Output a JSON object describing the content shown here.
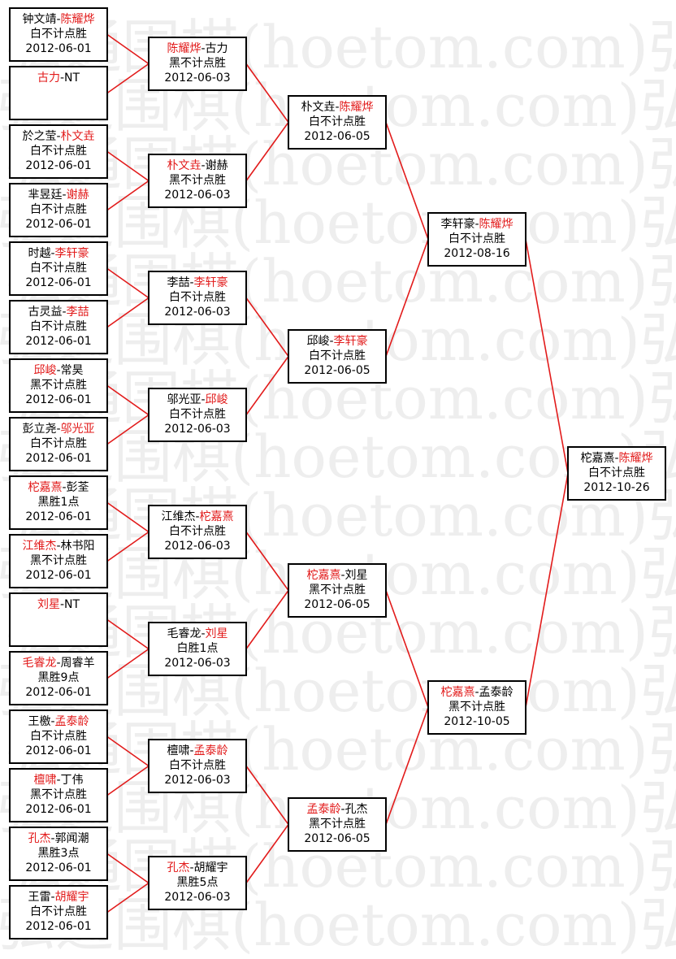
{
  "watermark_text": "弘通围棋(hoetom.com)弘通围棋",
  "colors": {
    "winner": "#e21b1b",
    "line": "#e21b1b",
    "border": "#000000"
  },
  "rounds": [
    {
      "matches": [
        {
          "p1": "钟文靖",
          "p2": "陈耀烨",
          "winner": 2,
          "result": "白不计点胜",
          "date": "2012-06-01"
        },
        {
          "p1": "古力",
          "p2": "NT",
          "winner": 1,
          "result": "",
          "date": ""
        },
        {
          "p1": "於之莹",
          "p2": "朴文垚",
          "winner": 2,
          "result": "白不计点胜",
          "date": "2012-06-01"
        },
        {
          "p1": "芈昱廷",
          "p2": "谢赫",
          "winner": 2,
          "result": "白不计点胜",
          "date": "2012-06-01"
        },
        {
          "p1": "时越",
          "p2": "李轩豪",
          "winner": 2,
          "result": "白不计点胜",
          "date": "2012-06-01"
        },
        {
          "p1": "古灵益",
          "p2": "李喆",
          "winner": 2,
          "result": "白不计点胜",
          "date": "2012-06-01"
        },
        {
          "p1": "邱峻",
          "p2": "常昊",
          "winner": 1,
          "result": "黑不计点胜",
          "date": "2012-06-01"
        },
        {
          "p1": "彭立尧",
          "p2": "邬光亚",
          "winner": 2,
          "result": "白不计点胜",
          "date": "2012-06-01"
        },
        {
          "p1": "柁嘉熹",
          "p2": "彭荃",
          "winner": 1,
          "result": "黑胜1点",
          "date": "2012-06-01"
        },
        {
          "p1": "江维杰",
          "p2": "林书阳",
          "winner": 1,
          "result": "黑不计点胜",
          "date": "2012-06-01"
        },
        {
          "p1": "刘星",
          "p2": "NT",
          "winner": 1,
          "result": "",
          "date": ""
        },
        {
          "p1": "毛睿龙",
          "p2": "周睿羊",
          "winner": 1,
          "result": "黑胜9点",
          "date": "2012-06-01"
        },
        {
          "p1": "王檄",
          "p2": "孟泰龄",
          "winner": 2,
          "result": "白不计点胜",
          "date": "2012-06-01"
        },
        {
          "p1": "檀啸",
          "p2": "丁伟",
          "winner": 1,
          "result": "黑不计点胜",
          "date": "2012-06-01"
        },
        {
          "p1": "孔杰",
          "p2": "郭闻潮",
          "winner": 1,
          "result": "黑胜3点",
          "date": "2012-06-01"
        },
        {
          "p1": "王雷",
          "p2": "胡耀宇",
          "winner": 2,
          "result": "白不计点胜",
          "date": "2012-06-01"
        }
      ]
    },
    {
      "matches": [
        {
          "p1": "陈耀烨",
          "p2": "古力",
          "winner": 1,
          "result": "黑不计点胜",
          "date": "2012-06-03"
        },
        {
          "p1": "朴文垚",
          "p2": "谢赫",
          "winner": 1,
          "result": "黑不计点胜",
          "date": "2012-06-03"
        },
        {
          "p1": "李喆",
          "p2": "李轩豪",
          "winner": 2,
          "result": "白不计点胜",
          "date": "2012-06-03"
        },
        {
          "p1": "邬光亚",
          "p2": "邱峻",
          "winner": 2,
          "result": "白不计点胜",
          "date": "2012-06-03"
        },
        {
          "p1": "江维杰",
          "p2": "柁嘉熹",
          "winner": 2,
          "result": "白不计点胜",
          "date": "2012-06-03"
        },
        {
          "p1": "毛睿龙",
          "p2": "刘星",
          "winner": 2,
          "result": "白胜1点",
          "date": "2012-06-03"
        },
        {
          "p1": "檀啸",
          "p2": "孟泰龄",
          "winner": 2,
          "result": "白不计点胜",
          "date": "2012-06-03"
        },
        {
          "p1": "孔杰",
          "p2": "胡耀宇",
          "winner": 1,
          "result": "黑胜5点",
          "date": "2012-06-03"
        }
      ]
    },
    {
      "matches": [
        {
          "p1": "朴文垚",
          "p2": "陈耀烨",
          "winner": 2,
          "result": "白不计点胜",
          "date": "2012-06-05"
        },
        {
          "p1": "邱峻",
          "p2": "李轩豪",
          "winner": 2,
          "result": "白不计点胜",
          "date": "2012-06-05"
        },
        {
          "p1": "柁嘉熹",
          "p2": "刘星",
          "winner": 1,
          "result": "黑不计点胜",
          "date": "2012-06-05"
        },
        {
          "p1": "孟泰龄",
          "p2": "孔杰",
          "winner": 1,
          "result": "黑不计点胜",
          "date": "2012-06-05"
        }
      ]
    },
    {
      "matches": [
        {
          "p1": "李轩豪",
          "p2": "陈耀烨",
          "winner": 2,
          "result": "白不计点胜",
          "date": "2012-08-16"
        },
        {
          "p1": "柁嘉熹",
          "p2": "孟泰龄",
          "winner": 1,
          "result": "黑不计点胜",
          "date": "2012-10-05"
        }
      ]
    },
    {
      "matches": [
        {
          "p1": "柁嘉熹",
          "p2": "陈耀烨",
          "winner": 2,
          "result": "白不计点胜",
          "date": "2012-10-26"
        }
      ]
    }
  ]
}
